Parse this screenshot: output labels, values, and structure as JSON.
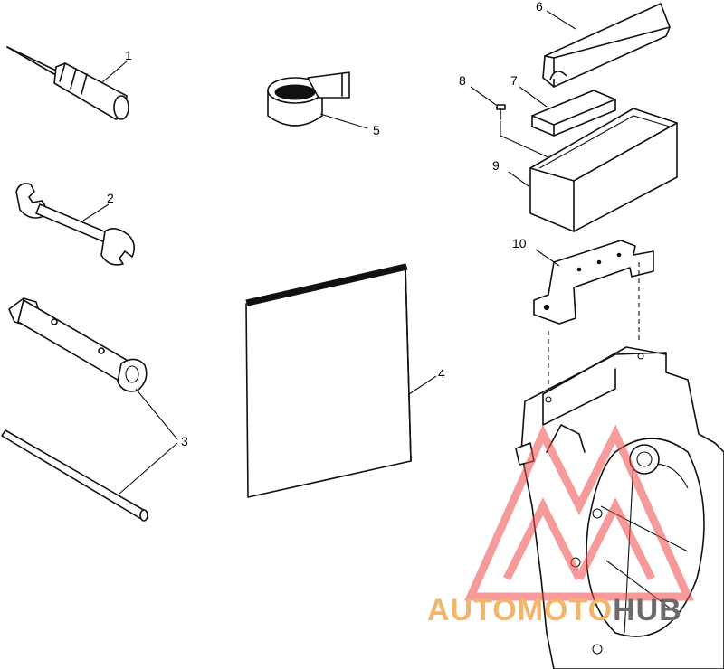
{
  "callouts": {
    "c1": "1",
    "c2": "2",
    "c3": "3",
    "c4": "4",
    "c5": "5",
    "c6": "6",
    "c7": "7",
    "c8": "8",
    "c9": "9",
    "c10": "10"
  },
  "watermark": {
    "part1": "AUTOMOTO",
    "part2": "HUB",
    "color1": "#f2b56b",
    "color2": "#6b6b6b",
    "logo_color": "#ef4b4b"
  }
}
